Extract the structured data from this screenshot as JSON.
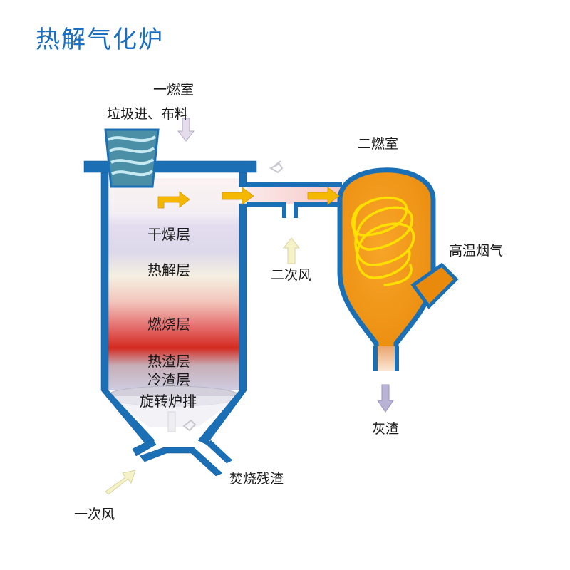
{
  "title": "热解气化炉",
  "labels": {
    "primary_chamber": "一燃室",
    "waste_feed": "垃圾进、布料",
    "secondary_chamber": "二燃室",
    "high_temp_flue_gas": "高温烟气",
    "secondary_air": "二次风",
    "ash": "灰渣",
    "incineration_residue": "焚烧残渣",
    "primary_air": "一次风"
  },
  "layers": {
    "drying": "干燥层",
    "pyrolysis": "热解层",
    "combustion": "燃烧层",
    "hot_slag": "热渣层",
    "cold_slag": "冷渣层",
    "rotating_grate": "旋转炉排"
  },
  "colors": {
    "title": "#1a6fc0",
    "furnace_wall": "#1b6fb5",
    "secondary_chamber": "#f0940f",
    "coil": "#ffe000",
    "flow_arrow": "#f5b800",
    "air_arrow": "#f6f2c8",
    "ash_arrow": "#b9b3d6"
  }
}
